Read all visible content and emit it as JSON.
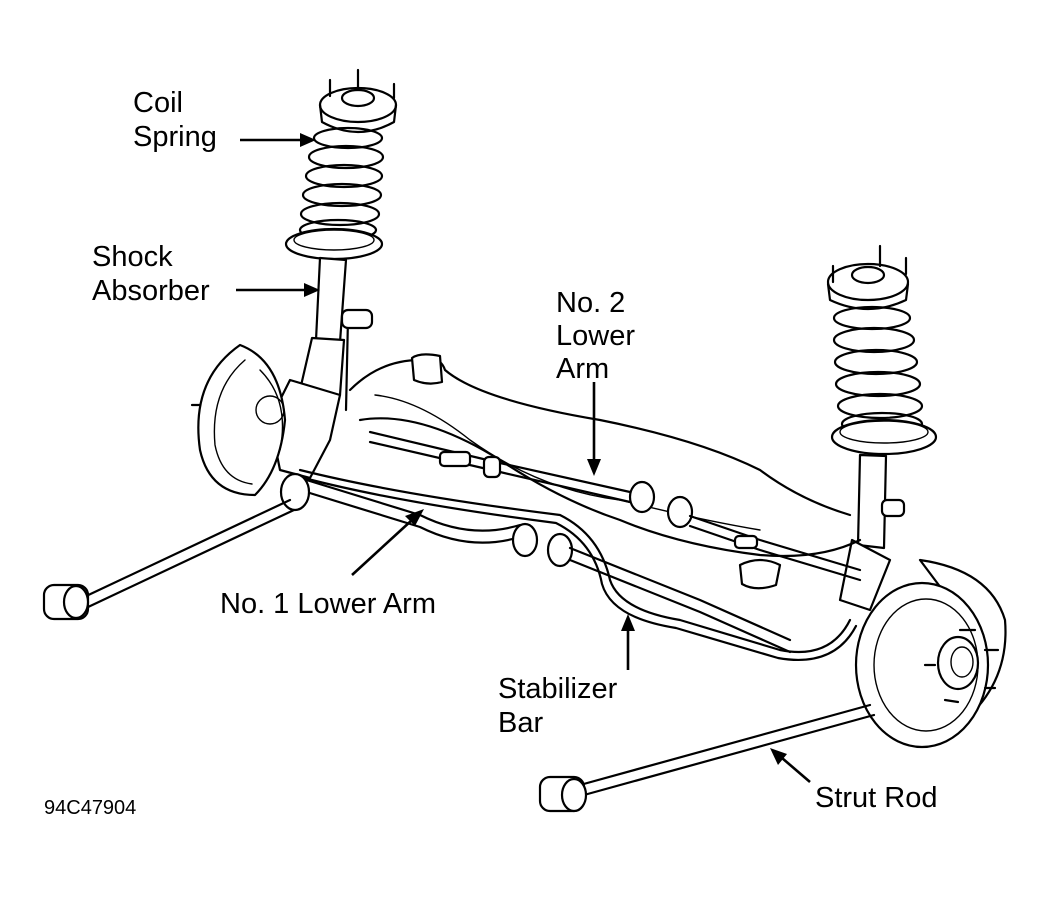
{
  "labels": {
    "coil_spring_1": "Coil",
    "coil_spring_2": "Spring",
    "shock_absorber_1": "Shock",
    "shock_absorber_2": "Absorber",
    "no2_lower_arm_1": "No. 2",
    "no2_lower_arm_2": "Lower",
    "no2_lower_arm_3": "Arm",
    "no1_lower_arm": "No. 1 Lower Arm",
    "stabilizer_bar_1": "Stabilizer",
    "stabilizer_bar_2": "Bar",
    "strut_rod": "Strut Rod"
  },
  "figure_code": "94C47904",
  "colors": {
    "ink": "#000000",
    "paper": "#ffffff"
  }
}
